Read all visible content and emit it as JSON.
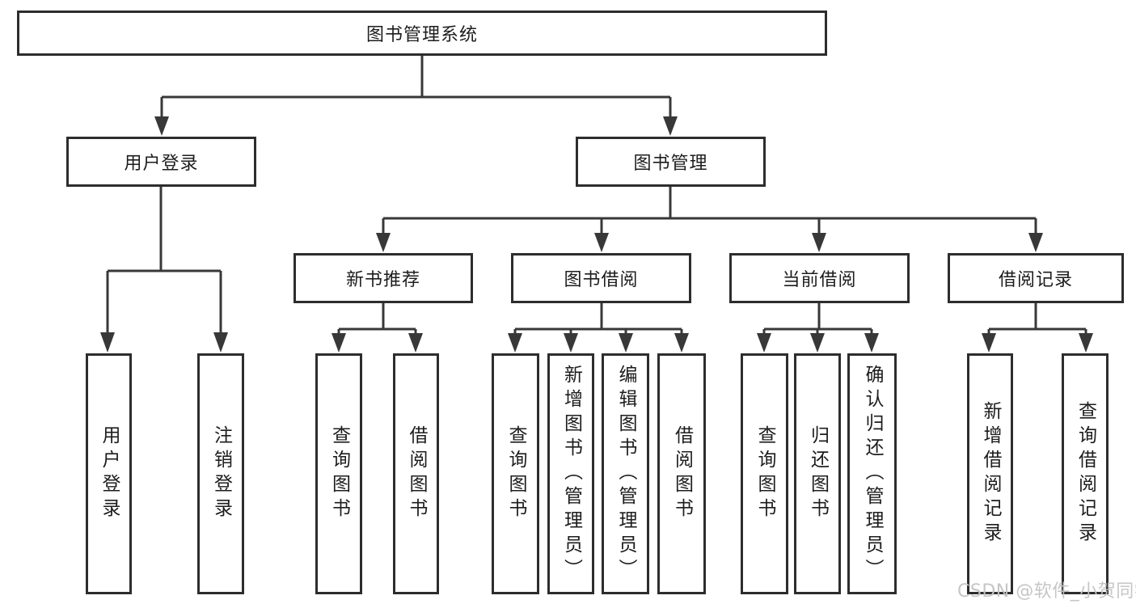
{
  "diagram": {
    "title": "图书管理系统",
    "branches": [
      {
        "label": "用户登录",
        "children": [
          {
            "label": "用户登录"
          },
          {
            "label": "注销登录"
          }
        ]
      },
      {
        "label": "图书管理",
        "children": [
          {
            "label": "新书推荐",
            "children": [
              {
                "label": "查询图书"
              },
              {
                "label": "借阅图书"
              }
            ]
          },
          {
            "label": "图书借阅",
            "children": [
              {
                "label": "查询图书"
              },
              {
                "label": "新增图书（管理员）"
              },
              {
                "label": "编辑图书（管理员）"
              },
              {
                "label": "借阅图书"
              }
            ]
          },
          {
            "label": "当前借阅",
            "children": [
              {
                "label": "查询图书"
              },
              {
                "label": "归还图书"
              },
              {
                "label": "确认归还（管理员）"
              }
            ]
          },
          {
            "label": "借阅记录",
            "children": [
              {
                "label": "新增借阅记录"
              },
              {
                "label": "查询借阅记录"
              }
            ]
          }
        ]
      }
    ]
  },
  "watermark": {
    "text": "CSDN @软件_小贺同学"
  },
  "colors": {
    "line": "#383838",
    "border": "#2d2d2d",
    "text": "#1d1d1d",
    "background": "#ffffff",
    "watermark": "#c3c3c3"
  }
}
